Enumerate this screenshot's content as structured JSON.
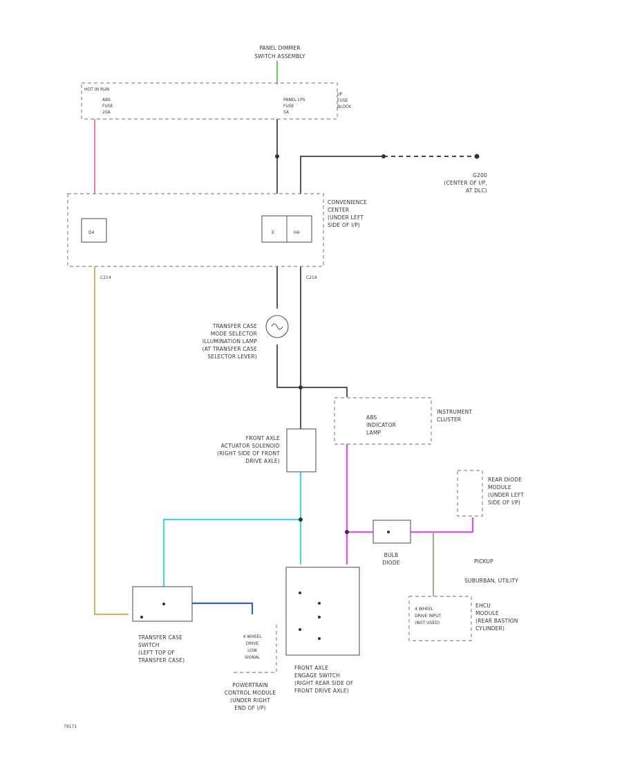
{
  "diagram": {
    "panel_dimmer": [
      "PANEL DIMMER",
      "SWITCH ASSEMBLY"
    ],
    "hot_in_run": "HOT IN RUN",
    "fuse_abs": [
      "ABS",
      "FUSE",
      "20A"
    ],
    "fuse_panel_lps": [
      "PANEL LPS",
      "FUSE",
      "5A"
    ],
    "ip_fuse_block": [
      "I/P",
      "FUSE",
      "BLOCK"
    ],
    "ground_g200": [
      "G200",
      "(CENTER OF I/P,",
      "AT DLC)"
    ],
    "convenience_center": [
      "CONVENIENCE",
      "CENTER",
      "(UNDER LEFT",
      "SIDE OF I/P)"
    ],
    "conv_term_left": "D4",
    "conv_term_right": [
      "E",
      "H4"
    ],
    "connectors": [
      "C214",
      "C214"
    ],
    "transfer_case_lamp": [
      "TRANSFER CASE",
      "MODE SELECTOR",
      "ILLUMINATION LAMP",
      "(AT TRANSFER CASE",
      "SELECTOR LEVER)"
    ],
    "abs_indicator": [
      "ABS",
      "INDICATOR",
      "LAMP"
    ],
    "instrument_cluster": [
      "INSTRUMENT",
      "CLUSTER"
    ],
    "front_axle_solenoid": [
      "FRONT AXLE",
      "ACTUATOR SOLENOID",
      "(RIGHT SIDE OF FRONT",
      "DRIVE AXLE)"
    ],
    "rear_diode": [
      "REAR DIODE",
      "MODULE",
      "(UNDER LEFT",
      "SIDE OF I/P)"
    ],
    "bulb_diode": [
      "BULB",
      "DIODE"
    ],
    "pickup": "PICKUP",
    "suburban": "SUBURBAN, UTILITY",
    "ehcu": [
      "EHCU",
      "MODULE",
      "(REAR BASTION",
      "CYLINDER)"
    ],
    "four_wheel_input": [
      "4 WHEEL",
      "DRIVE INPUT",
      "(NOT USED)"
    ],
    "transfer_case_switch": [
      "TRANSFER CASE",
      "SWITCH",
      "(LEFT TOP OF",
      "TRANSFER CASE)"
    ],
    "pcm_input": [
      "4 WHEEL",
      "DRIVE",
      "LOW",
      "SIGNAL"
    ],
    "pcm": [
      "POWERTRAIN",
      "CONTROL MODULE",
      "(UNDER RIGHT",
      "END OF I/P)"
    ],
    "front_axle_switch": [
      "FRONT AXLE",
      "ENGAGE SWITCH",
      "(RIGHT REAR SIDE OF",
      "FRONT DRIVE AXLE)"
    ],
    "figure_id": "79171"
  },
  "colors": {
    "green": "#5fd35f",
    "pink": "#e87ca0",
    "tan": "#d8b468",
    "cyan": "#44d6e8",
    "magenta": "#e64ee6",
    "blue": "#3a5fc8",
    "gray": "#555555"
  }
}
